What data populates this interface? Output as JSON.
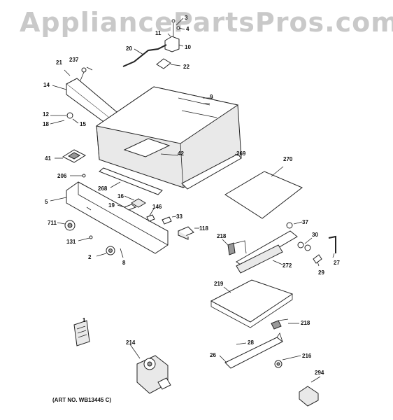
{
  "watermark": "AppliancePartsPros.com",
  "art_number": "(ART NO. WB13445 C)",
  "labels": {
    "p3": "3",
    "p4": "4",
    "p10": "10",
    "p11": "11",
    "p20": "20",
    "p22": "22",
    "p21": "21",
    "p237": "237",
    "p14": "14",
    "p9": "9",
    "p12": "12",
    "p15": "15",
    "p18": "18",
    "p41": "41",
    "p42": "42",
    "p206": "206",
    "p268": "268",
    "p269": "269",
    "p270": "270",
    "p5": "5",
    "p16": "16",
    "p19": "19",
    "p146": "146",
    "p33": "33",
    "p711": "711",
    "p118": "118",
    "p37": "37",
    "p218a": "218",
    "p30": "30",
    "p131": "131",
    "p2": "2",
    "p8": "8",
    "p272": "272",
    "p27": "27",
    "p29": "29",
    "p219": "219",
    "p218b": "218",
    "p1": "1",
    "p214": "214",
    "p28": "28",
    "p26": "26",
    "p216": "216",
    "p294": "294"
  }
}
